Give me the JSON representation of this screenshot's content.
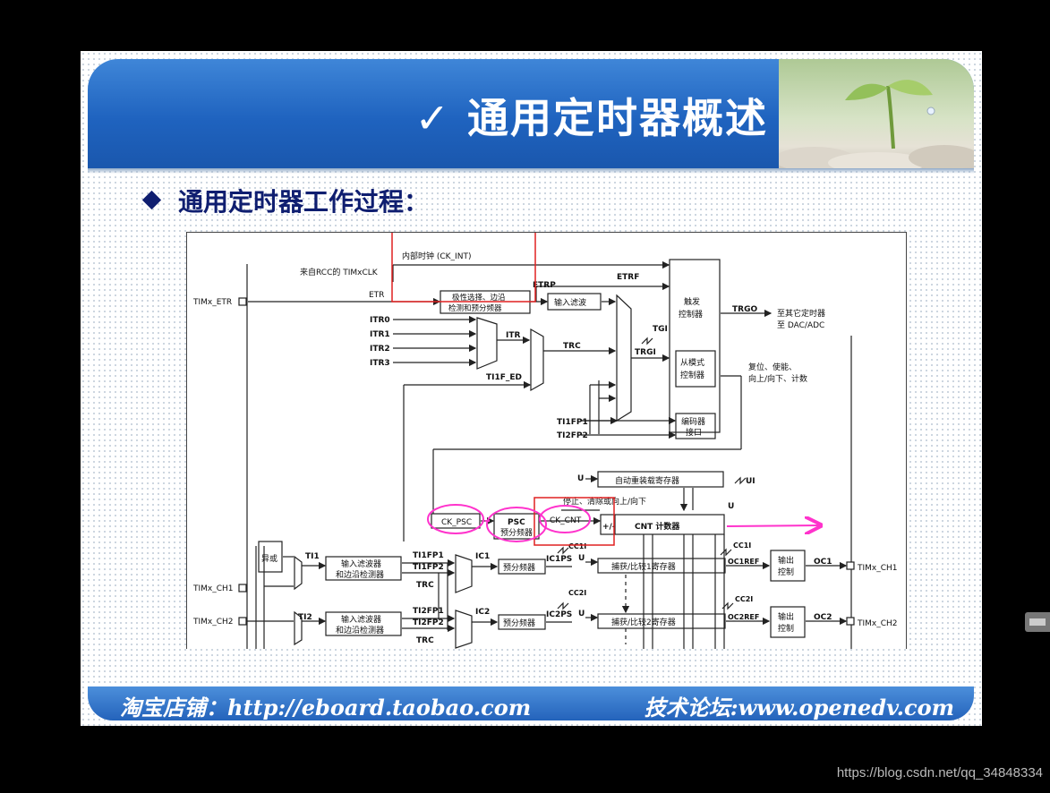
{
  "slide": {
    "title": "✓ 通用定时器概述",
    "subheading": "通用定时器工作过程：",
    "footer_left": "淘宝店铺：http://eboard.taobao.com",
    "footer_right": "技术论坛:www.openedv.com"
  },
  "watermark": "https://blog.csdn.net/qq_34848334",
  "colors": {
    "banner": "#1f63bf",
    "heading": "#0f1e70",
    "highlight_red": "#e02020",
    "highlight_magenta": "#ff33cc"
  },
  "diagram": {
    "labels": {
      "ck_int": "内部时钟 (CK_INT)",
      "rcc": "来自RCC的 TIMxCLK",
      "etr_pin": "TIMx_ETR",
      "etr": "ETR",
      "etrp": "ETRP",
      "etrf": "ETRF",
      "polarity_l1": "极性选择、边沿",
      "polarity_l2": "检测和预分频器",
      "input_filter": "输入滤波",
      "itr0": "ITR0",
      "itr1": "ITR1",
      "itr2": "ITR2",
      "itr3": "ITR3",
      "itr": "ITR",
      "trc": "TRC",
      "ti1f_ed": "TI1F_ED",
      "tgi": "TGI",
      "trgi": "TRGI",
      "trigger_l1": "触发",
      "trigger_l2": "控制器",
      "trgo": "TRGO",
      "to_timer": "至其它定时器",
      "to_dac": "至 DAC/ADC",
      "slave_l1": "从模式",
      "slave_l2": "控制器",
      "reset_l1": "复位、使能、",
      "reset_l2": "向上/向下、计数",
      "encoder_l1": "编码器",
      "encoder_l2": "接口",
      "ti1fp1_top": "TI1FP1",
      "ti2fp2_top": "TI2FP2",
      "u_top": "U",
      "autoreload": "自动重装载寄存器",
      "ui": "UI",
      "u_right": "U",
      "stop_text": "停止、清除或向上/向下",
      "ck_psc": "CK_PSC",
      "psc": "PSC",
      "psc_sub": "预分频器",
      "ck_cnt": "CK_CNT",
      "plus_minus": "+/-",
      "cnt": "CNT 计数器",
      "xor": "异或",
      "ti1": "TI1",
      "ti2": "TI2",
      "timx_ch1": "TIMx_CH1",
      "timx_ch2": "TIMx_CH2",
      "filt_l1": "输入滤波器",
      "filt_l2": "和边沿检测器",
      "ti1fp1": "TI1FP1",
      "ti1fp2": "TI1FP2",
      "ti2fp1": "TI2FP1",
      "ti2fp2": "TI2FP2",
      "trc_a": "TRC",
      "trc_b": "TRC",
      "ic1": "IC1",
      "ic2": "IC2",
      "prescaler": "预分频器",
      "ic1ps": "IC1PS",
      "ic2ps": "IC2PS",
      "cc1i_top": "CC1I",
      "cc1i": "CC1I",
      "cc2i_top": "CC2I",
      "cc2i": "CC2I",
      "u_ch1": "U",
      "u_ch2": "U",
      "capture1": "捕获/比较1寄存器",
      "capture2": "捕获/比较2寄存器",
      "oc1ref": "OC1REF",
      "oc2ref": "OC2REF",
      "out_l1": "输出",
      "out_l2": "控制",
      "oc1": "OC1",
      "oc2": "OC2",
      "out_ch1": "TIMx_CH1",
      "out_ch2": "TIMx_CH2"
    }
  }
}
